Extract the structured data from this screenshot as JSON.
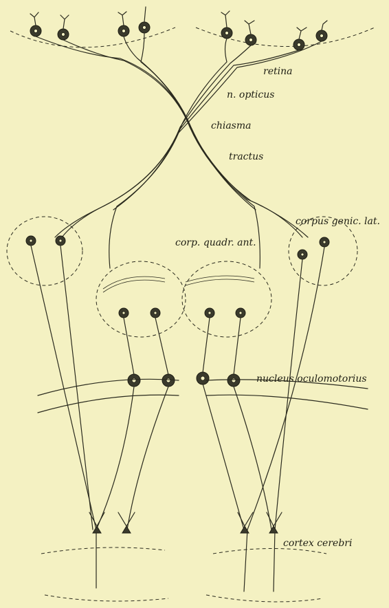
{
  "labels": {
    "retina": "retina",
    "n_opticus": "n. opticus",
    "chiasma": "chiasma",
    "tractus": "tractus",
    "corpus_genic_lat": "corpus genic. lat.",
    "corp_quadr_ant": "corp. quadr. ant.",
    "nucleus_oculomotorius": "nucleus oculomotorius",
    "cortex_cerebri": "cortex cerebri"
  }
}
